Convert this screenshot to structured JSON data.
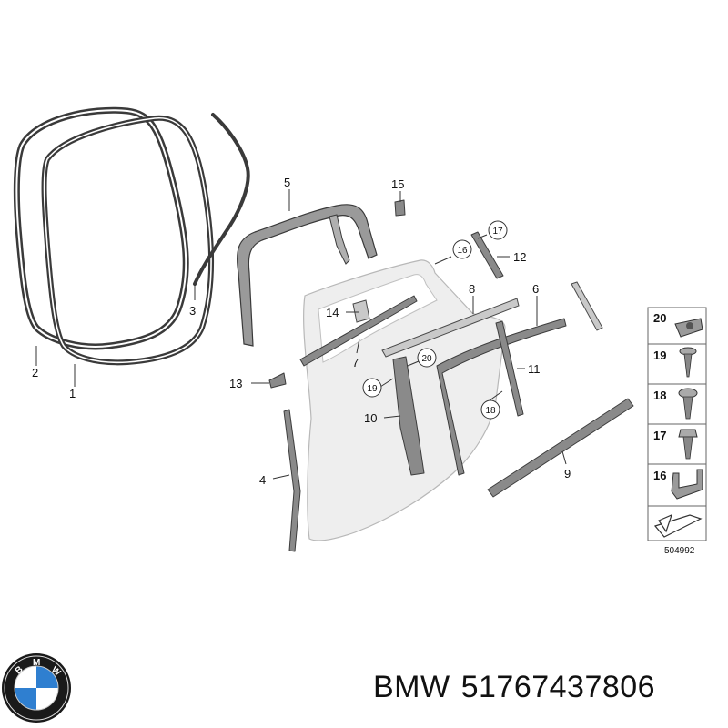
{
  "diagram": {
    "callouts": [
      "1",
      "2",
      "3",
      "4",
      "5",
      "6",
      "7",
      "8",
      "9",
      "10",
      "11",
      "12",
      "13",
      "14",
      "15"
    ],
    "circled_callouts": [
      "16",
      "17",
      "18",
      "19",
      "20"
    ],
    "legend": {
      "items": [
        "20",
        "19",
        "18",
        "17",
        "16"
      ],
      "reference_number": "504992"
    }
  },
  "caption": {
    "brand": "BMW",
    "part_number": "51767437806"
  },
  "logo": {
    "lettering": "BMW",
    "colors": {
      "ring": "#1a1a1a",
      "blue": "#2f7fd0",
      "white": "#ffffff"
    }
  }
}
